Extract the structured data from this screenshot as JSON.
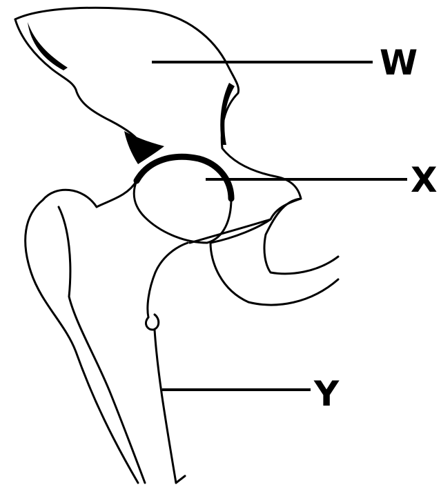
{
  "diagram": {
    "labels": [
      {
        "id": "w",
        "text": "W"
      },
      {
        "id": "x",
        "text": "X"
      },
      {
        "id": "y",
        "text": "Y"
      }
    ],
    "colors": {
      "line": "#000000",
      "background": "#ffffff"
    }
  }
}
